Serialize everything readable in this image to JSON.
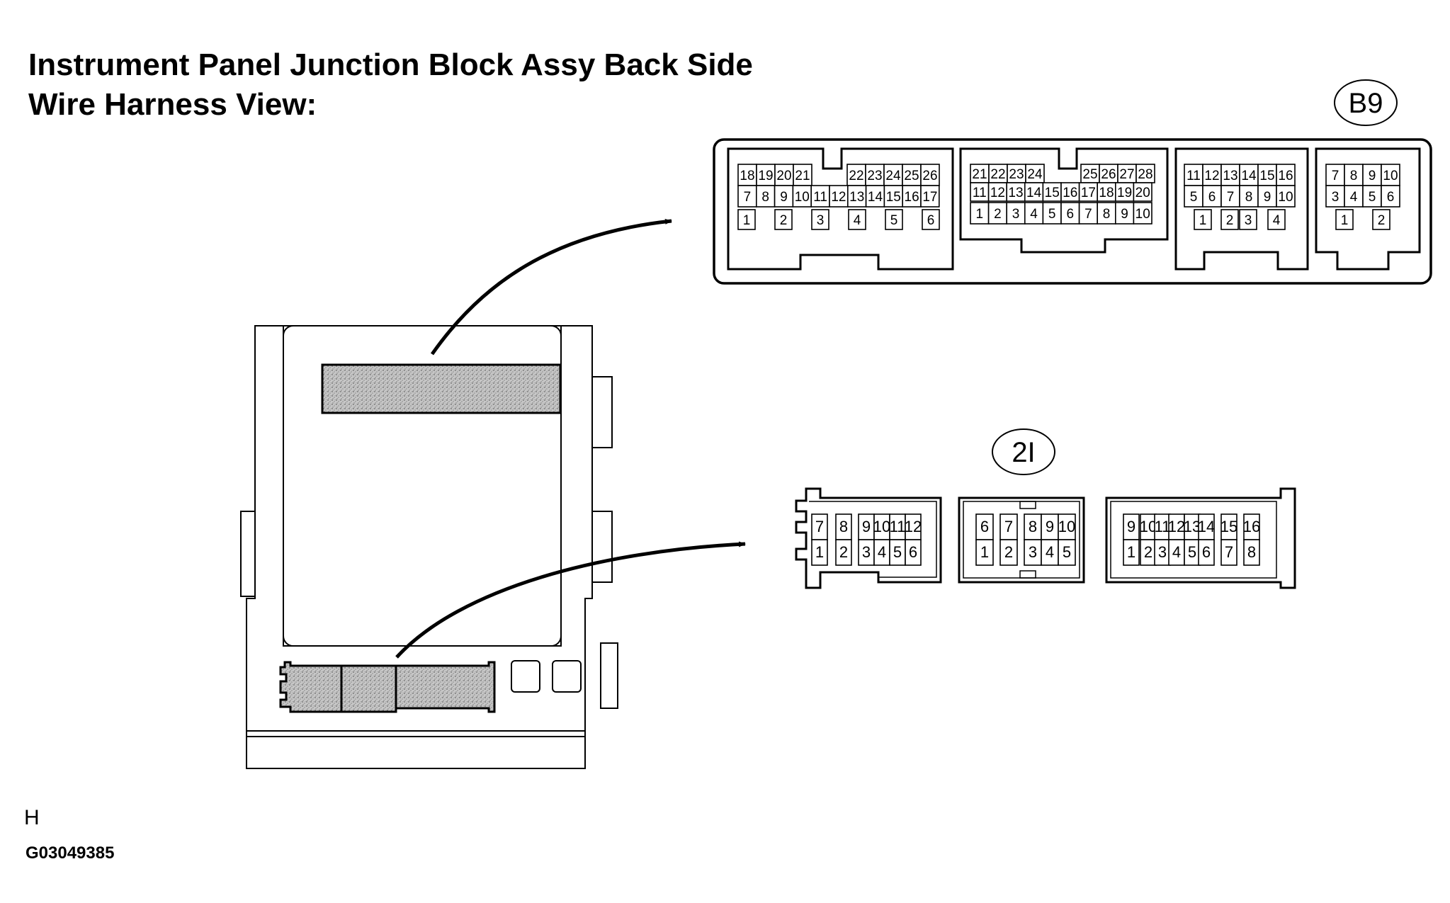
{
  "title": {
    "line1": "Instrument Panel Junction Block Assy Back Side",
    "line2": "Wire Harness View:"
  },
  "connector_tags": {
    "upper": "B9",
    "lower": "2I"
  },
  "footer": {
    "letter": "H",
    "code": "G03049385"
  },
  "connectors": {
    "b9_section1": {
      "rows": [
        [
          "18",
          "19",
          "20",
          "21",
          "",
          "22",
          "23",
          "24",
          "25",
          "26"
        ],
        [
          "7",
          "8",
          "9",
          "10",
          "11",
          "12",
          "13",
          "14",
          "15",
          "16",
          "17"
        ],
        [
          "1",
          "2",
          "3",
          "4",
          "5",
          "6"
        ]
      ]
    },
    "b9_section2": {
      "rows": [
        [
          "21",
          "22",
          "23",
          "24",
          "",
          "25",
          "26",
          "27",
          "28"
        ],
        [
          "11",
          "12",
          "13",
          "14",
          "15",
          "16",
          "17",
          "18",
          "19",
          "20"
        ],
        [
          "1",
          "2",
          "3",
          "4",
          "5",
          "6",
          "7",
          "8",
          "9",
          "10"
        ]
      ]
    },
    "b9_section3": {
      "rows": [
        [
          "11",
          "12",
          "13",
          "14",
          "15",
          "16"
        ],
        [
          "5",
          "6",
          "7",
          "8",
          "9",
          "10"
        ],
        [
          "1",
          "2",
          "3",
          "4"
        ]
      ]
    },
    "b9_section4": {
      "rows": [
        [
          "7",
          "8",
          "9",
          "10"
        ],
        [
          "3",
          "4",
          "5",
          "6"
        ],
        [
          "1",
          "2"
        ]
      ]
    },
    "conn_2i_left": {
      "rows": [
        [
          "7",
          "8",
          "9",
          "10",
          "11",
          "12"
        ],
        [
          "1",
          "2",
          "3",
          "4",
          "5",
          "6"
        ]
      ]
    },
    "conn_2i_middle": {
      "rows": [
        [
          "6",
          "7",
          "8",
          "9",
          "10"
        ],
        [
          "1",
          "2",
          "3",
          "4",
          "5"
        ]
      ]
    },
    "conn_2i_right": {
      "rows": [
        [
          "9",
          "10",
          "11",
          "12",
          "13",
          "14",
          "15",
          "16"
        ],
        [
          "1",
          "2",
          "3",
          "4",
          "5",
          "6",
          "7",
          "8"
        ]
      ]
    }
  }
}
